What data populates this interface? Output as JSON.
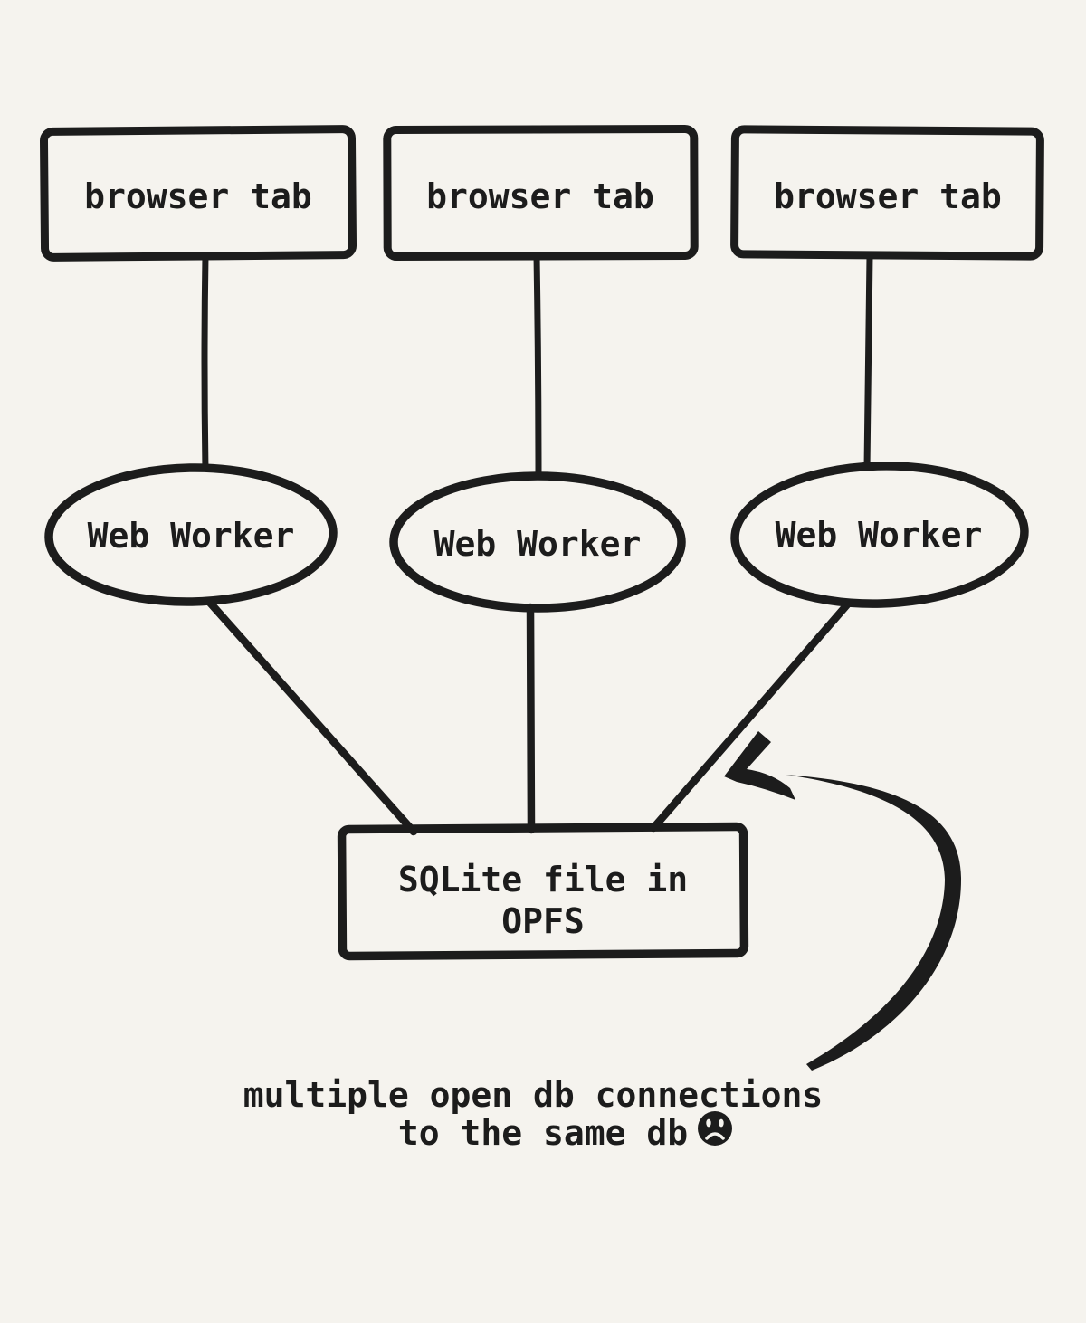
{
  "canvas": {
    "background": "#f5f3ee",
    "ink": "#1c1c1c"
  },
  "diagram": {
    "browser_tabs": [
      {
        "label": "browser tab"
      },
      {
        "label": "browser tab"
      },
      {
        "label": "browser tab"
      }
    ],
    "web_workers": [
      {
        "label": "Web Worker"
      },
      {
        "label": "Web Worker"
      },
      {
        "label": "Web Worker"
      }
    ],
    "sqlite_node": {
      "line1": "SQLite file in",
      "line2": "OPFS"
    },
    "caption": {
      "line1": "multiple open db connections",
      "line2": "to the same db",
      "emoji": "☹",
      "emoji_name": "frowning-face"
    }
  }
}
